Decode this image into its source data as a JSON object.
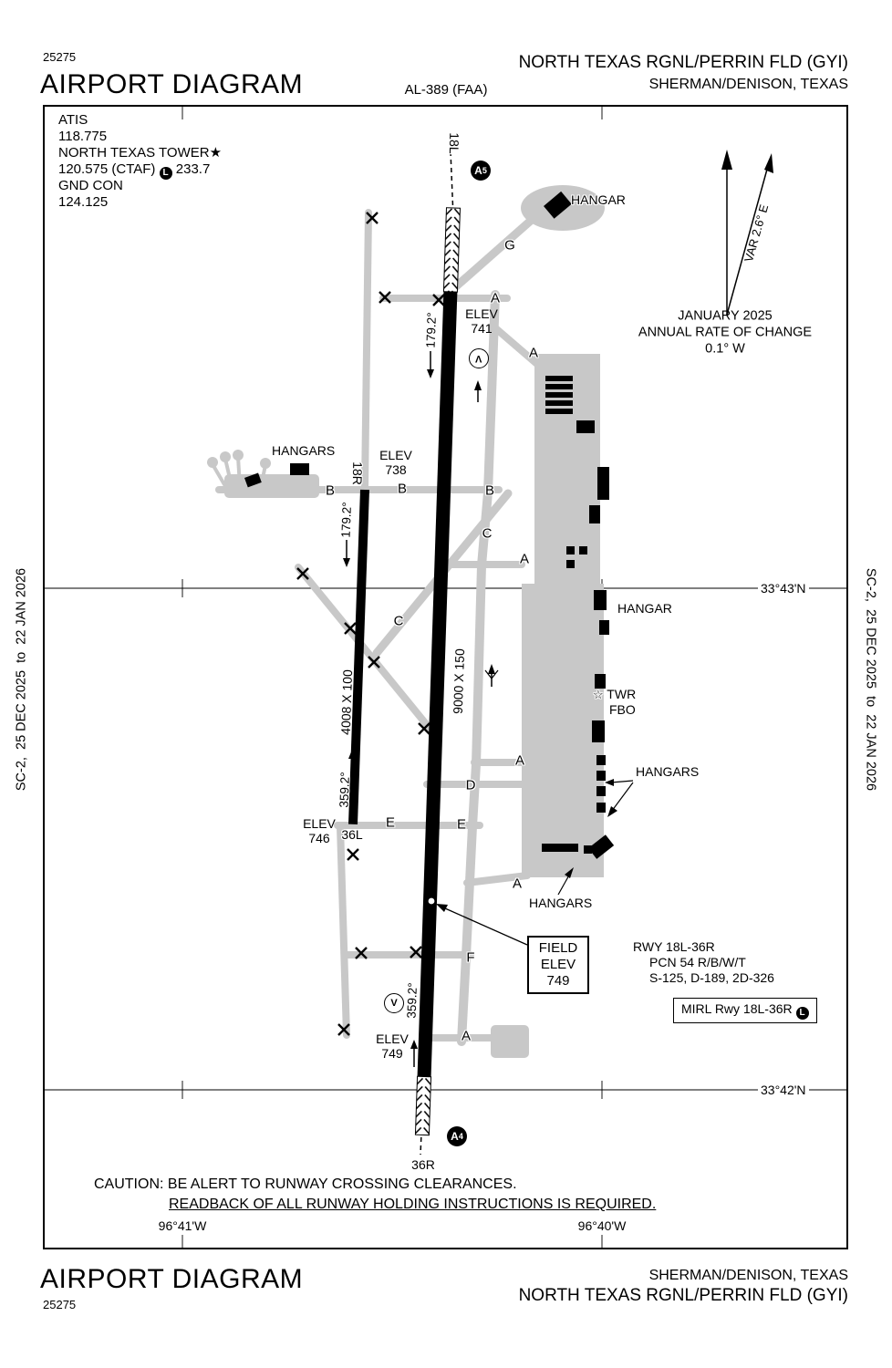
{
  "page": {
    "chart_number": "25275",
    "title": "AIRPORT DIAGRAM",
    "al_ref": "AL-389 (FAA)",
    "airport_name": "NORTH TEXAS RGNL/PERRIN FLD (GYI)",
    "city": "SHERMAN/DENISON, TEXAS",
    "edition_note": "SC-2,  25 DEC 2025  to  22 JAN 2026"
  },
  "comms": {
    "atis_label": "ATIS",
    "atis_freq": "118.775",
    "tower_label": "NORTH TEXAS TOWER",
    "tower_star": "★",
    "tower_freq_pre": "120.575 (CTAF)",
    "tower_freq_post": "233.7",
    "gnd_label": "GND CON",
    "gnd_freq": "124.125"
  },
  "compass": {
    "variation": "VAR 2.6° E",
    "date": "JANUARY 2025",
    "rate_label": "ANNUAL RATE OF CHANGE",
    "rate_value": "0.1° W"
  },
  "runways": {
    "end_18l": "18L",
    "end_36r": "36R",
    "end_18r": "18R",
    "end_36l": "36L",
    "main_dimensions": "9000 X 150",
    "secondary_dimensions": "4008 X 100",
    "heading_south": "179.2°",
    "heading_north": "359.2°"
  },
  "elevations": {
    "label": "ELEV",
    "rw18l": "741",
    "rw18r": "738",
    "rw36l": "746",
    "rw36r": "749",
    "field_line1": "FIELD",
    "field_line2": "ELEV",
    "field_value": "749"
  },
  "facilities": {
    "hangar_nw": "HANGAR",
    "hangars_west": "HANGARS",
    "hangar_east": "HANGAR",
    "twr": "TWR",
    "fbo": "FBO",
    "hangars_east": "HANGARS",
    "hangars_south": "HANGARS"
  },
  "taxiways": {
    "a": "A",
    "b": "B",
    "c": "C",
    "d": "D",
    "e": "E",
    "f": "F",
    "g": "G"
  },
  "markers": {
    "a5_letter": "A",
    "a5_sub": "5",
    "a4_letter": "A",
    "a4_sub": "4",
    "v_symbol": "V",
    "twr_star": "☆",
    "lighting_l": "L"
  },
  "rwy_info": {
    "line1": "RWY 18L-36R",
    "line2": "PCN 54 R/B/W/T",
    "line3": "S-125, D-189, 2D-326",
    "mirl": "MIRL Rwy 18L-36R"
  },
  "caution": {
    "line1": "CAUTION: BE ALERT TO RUNWAY CROSSING CLEARANCES.",
    "line2": "READBACK OF ALL RUNWAY HOLDING INSTRUCTIONS IS REQUIRED."
  },
  "coords": {
    "lat_north": "33°43'N",
    "lat_south": "33°42'N",
    "lon_west": "96°41'W",
    "lon_east": "96°40'W"
  },
  "colors": {
    "pavement": "#c8c8c8",
    "ink": "#000000"
  }
}
